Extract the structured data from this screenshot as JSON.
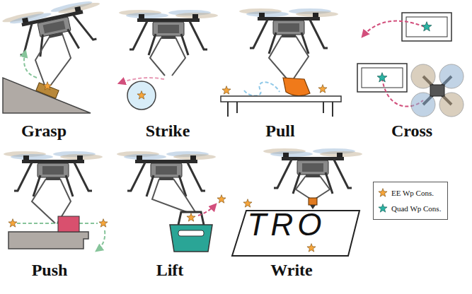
{
  "diagram": {
    "labels": [
      "Grasp",
      "Strike",
      "Pull",
      "Cross",
      "Push",
      "Lift",
      "Write",
      "TRO"
    ],
    "legend": [
      {
        "text": "EE Wp Cons."
      },
      {
        "text": "Quad Wp Cons."
      }
    ]
  }
}
